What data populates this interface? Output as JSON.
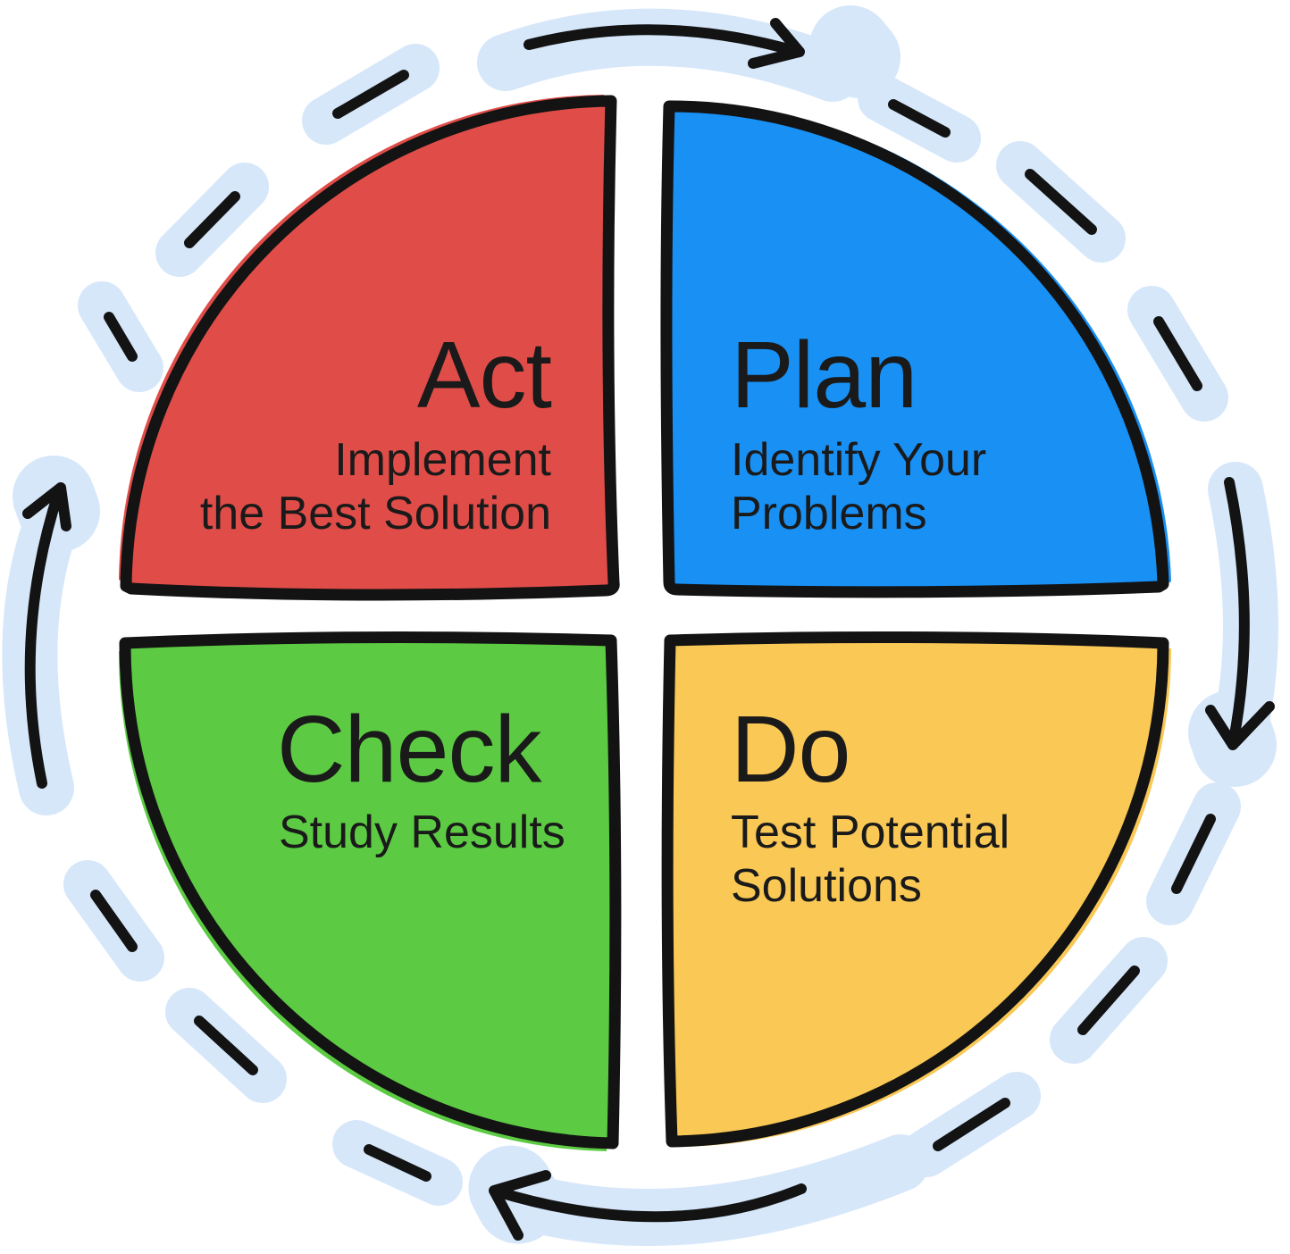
{
  "diagram": {
    "name": "PDCA cycle diagram",
    "cycle_direction": "clockwise",
    "ink_color": "#131313",
    "text_color": "#1a1a1a",
    "ring_highlight_color": "#d6e7fa",
    "background_color": "#ffffff",
    "quadrants": [
      {
        "title": "Plan",
        "subtitle_lines": [
          "Identify Your",
          "Problems"
        ],
        "color": "#1890f4",
        "position": "top-right"
      },
      {
        "title": "Do",
        "subtitle_lines": [
          "Test Potential",
          "Solutions"
        ],
        "color": "#f9c855",
        "position": "bottom-right"
      },
      {
        "title": "Check",
        "subtitle_lines": [
          "Study Results"
        ],
        "color": "#5ccb43",
        "position": "bottom-left"
      },
      {
        "title": "Act",
        "subtitle_lines": [
          "Implement",
          "the Best Solution"
        ],
        "color": "#e04d49",
        "position": "top-left"
      }
    ]
  }
}
